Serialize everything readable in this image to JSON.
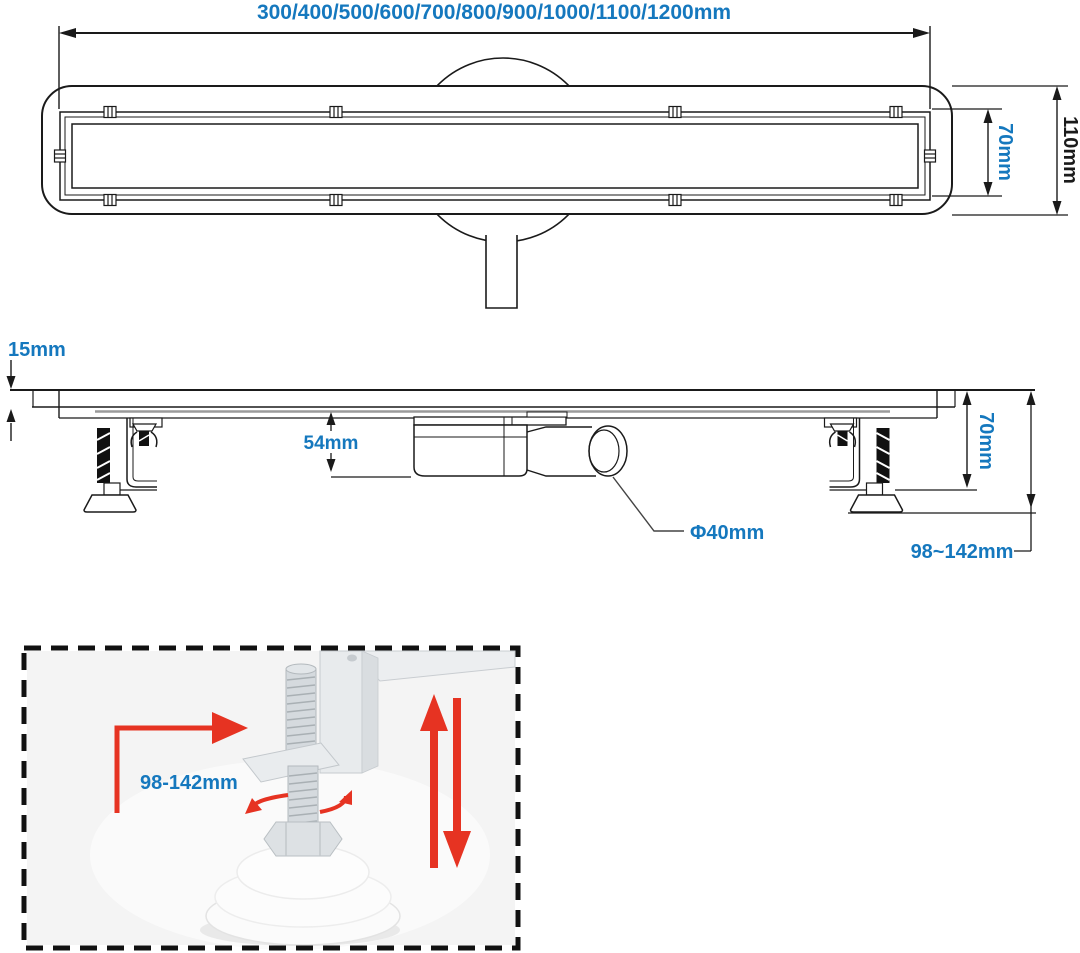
{
  "colors": {
    "dimension_blue": "#1578be",
    "text_black": "#1a1a1a",
    "arrow_red": "#e63322",
    "line_black": "#1a1a1a",
    "line_gray": "#9a9a9a"
  },
  "top_view": {
    "length_label": "300/400/500/600/700/800/900/1000/1100/1200mm",
    "length_options_mm": [
      300,
      400,
      500,
      600,
      700,
      800,
      900,
      1000,
      1100,
      1200
    ],
    "grate_width_label": "70mm",
    "body_width_label": "110mm"
  },
  "side_view": {
    "flange_height_label": "15mm",
    "trap_height_label": "54mm",
    "outlet_diameter_label": "Φ40mm",
    "body_height_label": "70mm",
    "install_height_label": "98~142mm"
  },
  "inset": {
    "adjust_range_label": "98-142mm"
  }
}
